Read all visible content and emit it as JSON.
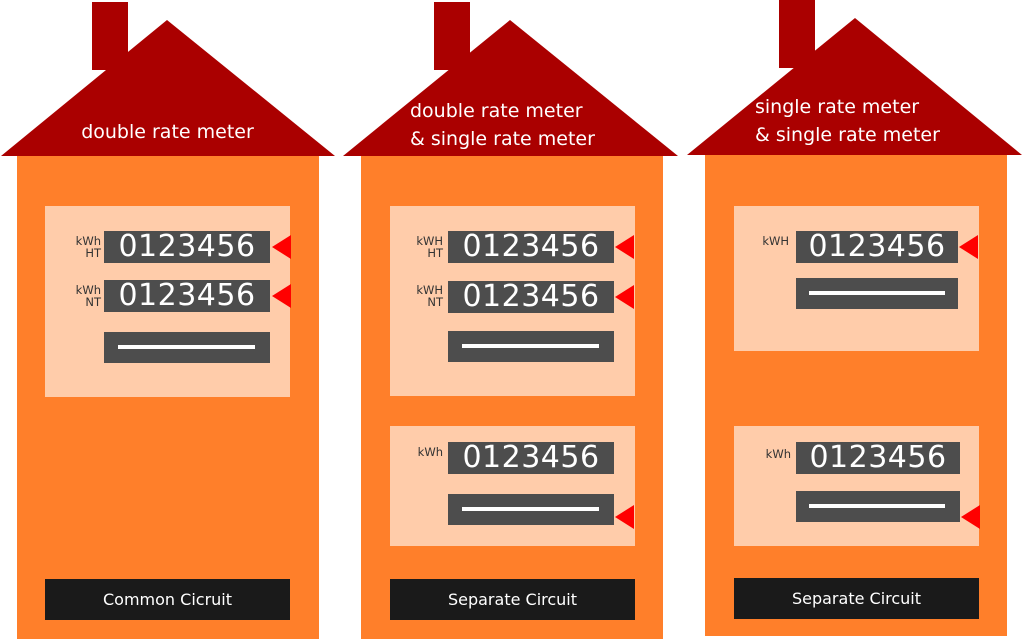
{
  "colors": {
    "roof": "#aa0000",
    "wall": "#ff7f2a",
    "panel": "#ffccaa",
    "display": "#4d4d4d",
    "indicator": "#ff0000",
    "circuit_label_bg": "#1a1a1a"
  },
  "houses": [
    {
      "title_lines": [
        "double rate meter"
      ],
      "meters": [
        {
          "displays": [
            {
              "unit_line1": "kWh",
              "unit_line2": "HT",
              "reading": "0123456"
            },
            {
              "unit_line1": "kWh",
              "unit_line2": "NT",
              "reading": "0123456"
            }
          ]
        }
      ],
      "circuit": "Common Cicruit"
    },
    {
      "title_lines": [
        "double rate meter",
        "& single rate meter"
      ],
      "meters": [
        {
          "displays": [
            {
              "unit_line1": "kWH",
              "unit_line2": "HT",
              "reading": "0123456"
            },
            {
              "unit_line1": "kWH",
              "unit_line2": "NT",
              "reading": "0123456"
            }
          ]
        },
        {
          "displays": [
            {
              "unit_line1": "kWh",
              "unit_line2": "",
              "reading": "0123456"
            }
          ]
        }
      ],
      "circuit": "Separate Circuit"
    },
    {
      "title_lines": [
        "single rate meter",
        "& single rate meter"
      ],
      "meters": [
        {
          "displays": [
            {
              "unit_line1": "kWH",
              "unit_line2": "",
              "reading": "0123456"
            }
          ]
        },
        {
          "displays": [
            {
              "unit_line1": "kWh",
              "unit_line2": "",
              "reading": "0123456"
            }
          ]
        }
      ],
      "circuit": "Separate Circuit"
    }
  ]
}
